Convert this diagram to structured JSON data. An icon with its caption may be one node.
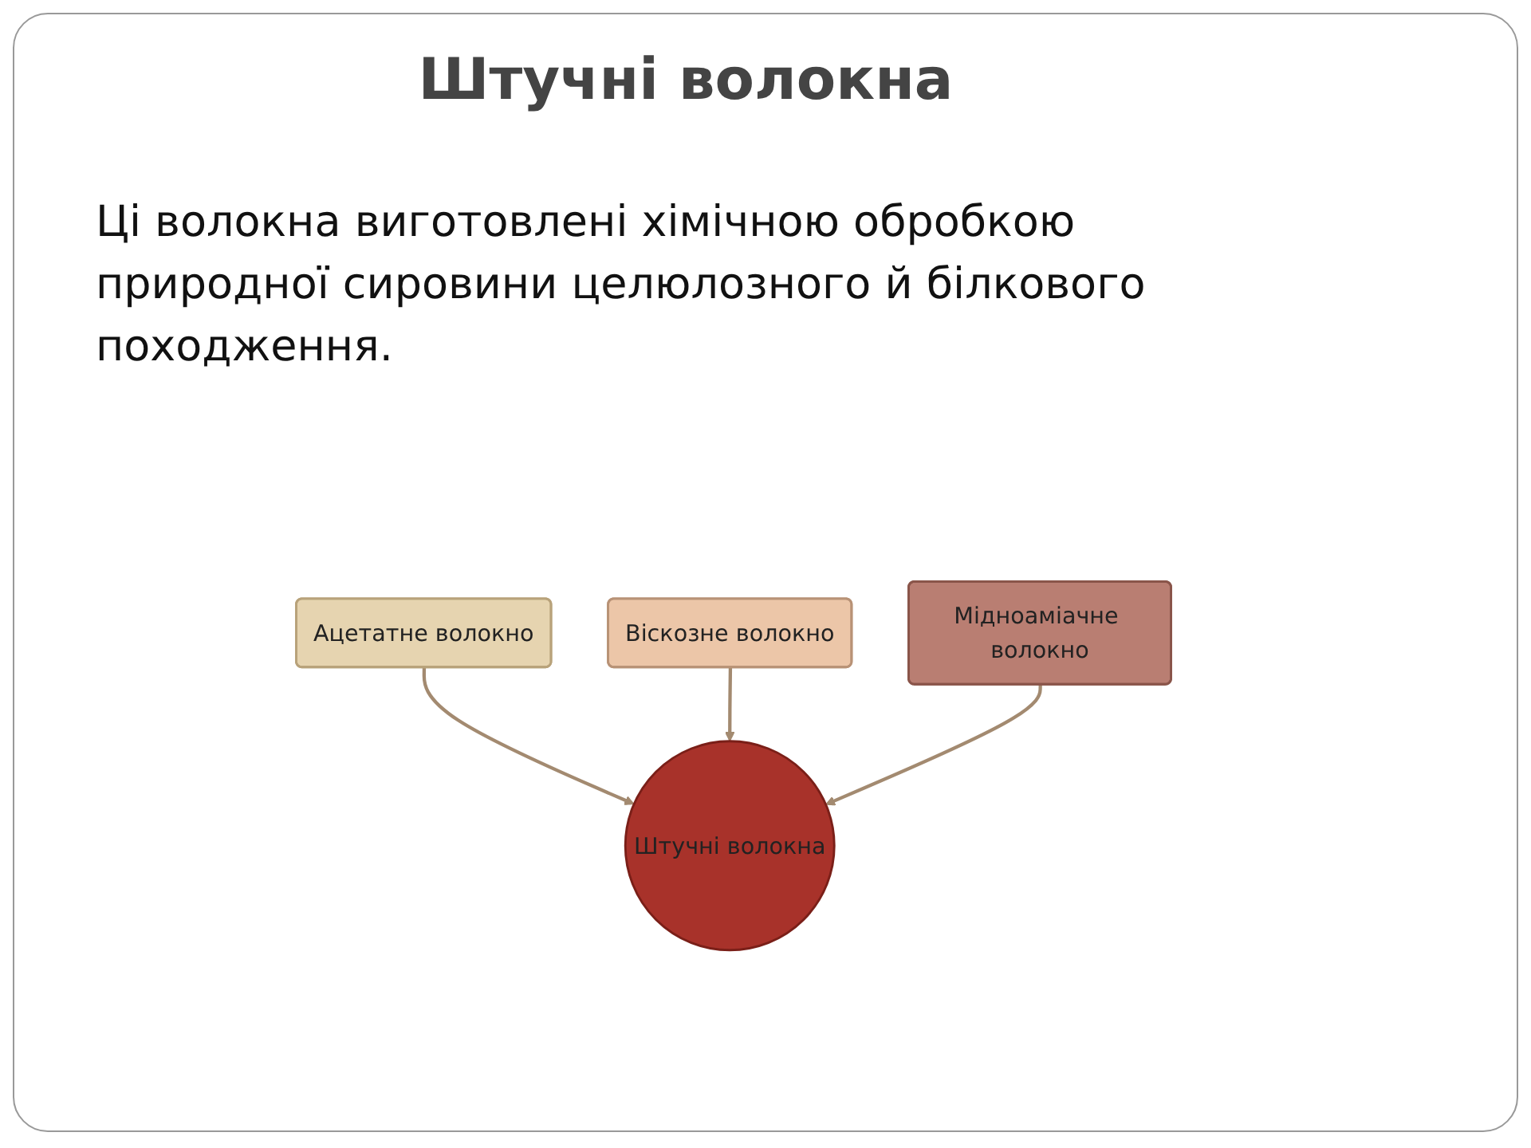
{
  "diagram": {
    "title": "Штучні волокна",
    "nodes": [
      {
        "text": [
          "Ацетатне волокно"
        ]
      },
      {
        "text": [
          "Віскозне волокно"
        ]
      },
      {
        "text": [
          "Мідноаміачне волокно"
        ]
      },
      {
        "text": [
          "Штучні волокна"
        ]
      }
    ],
    "edges": [
      {
        "from": 0,
        "to": 3,
        "arrow": "to"
      },
      {
        "from": 1,
        "to": 3,
        "arrow": "to"
      },
      {
        "from": 2,
        "to": 3,
        "arrow": "to"
      }
    ],
    "labels": [
      "Ці волокна виготовлені хімічною обробкою природної сировини целюлозного й білкового походження."
    ]
  }
}
